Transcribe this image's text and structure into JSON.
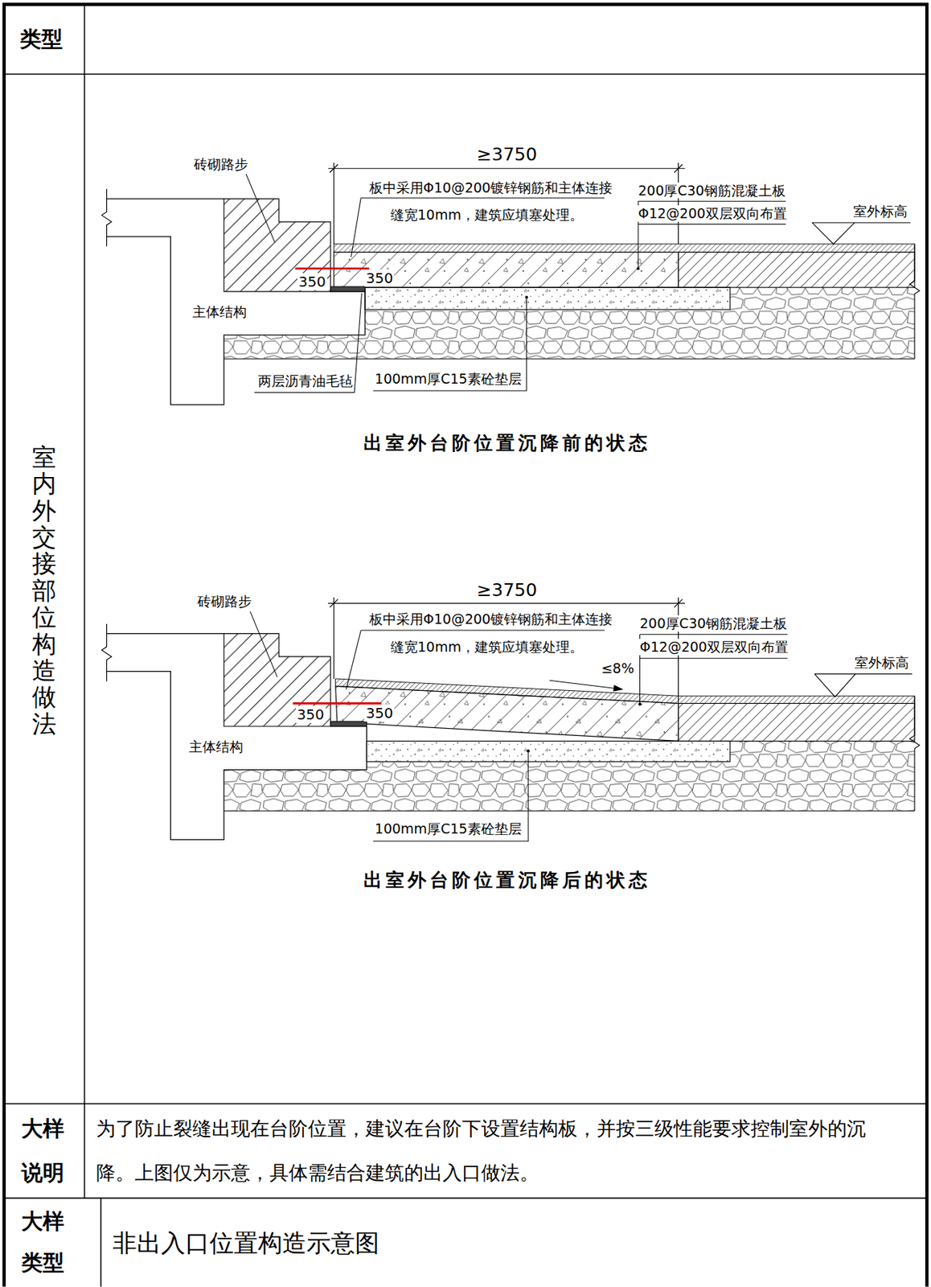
{
  "diagram": {
    "labels": [
      "类型",
      "室内外交接部位构造做法",
      "砖砌路步",
      "≥3750",
      "板中采用Φ10@200镀锌钢筋和主体连接",
      "缝宽10mm，建筑应填塞处理。",
      "200厚C30钢筋混凝土板",
      "Φ12@200双层双向布置",
      "室外标高",
      "350",
      "350",
      "主体结构",
      "两层沥青油毛毡",
      "100mm厚C15素砼垫层",
      "出室外台阶位置沉降前的状态",
      "砖砌路步",
      "≥3750",
      "板中采用Φ10@200镀锌钢筋和主体连接",
      "缝宽10mm，建筑应填塞处理。",
      "≤8%",
      "200厚C30钢筋混凝土板",
      "Φ12@200双层双向布置",
      "室外标高",
      "350",
      "350",
      "主体结构",
      "100mm厚C15素砼垫层",
      "出室外台阶位置沉降后的状态",
      "大样 说明",
      "为了防止裂缝出现在台阶位置，建议在台阶下设置结构板，并按三级性能要求控制室外的沉降。上图仅为示意，具体需结合建筑的出入口做法。",
      "大样 类型",
      "非出入口位置构造示意图"
    ]
  }
}
